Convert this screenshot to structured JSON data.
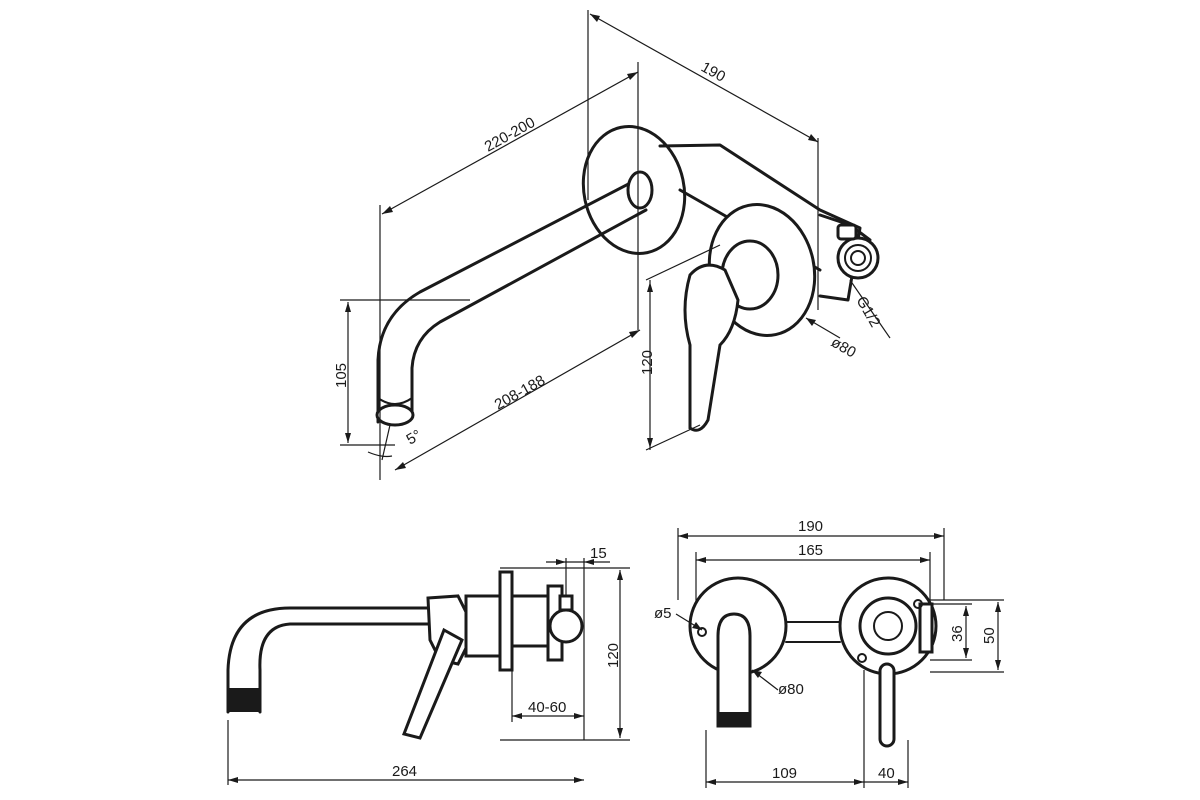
{
  "iso_view": {
    "dim_width_top": "190",
    "dim_spout_length": "220-200",
    "dim_spout_projection": "208-188",
    "dim_spout_height": "105",
    "dim_total_height": "120",
    "dim_angle": "5°",
    "dim_rosette": "ø80",
    "dim_thread": "G1/2"
  },
  "side_view": {
    "dim_plate": "15",
    "dim_height": "120",
    "dim_depth": "40-60",
    "dim_total_length": "264"
  },
  "front_view": {
    "dim_width_total": "190",
    "dim_width_centers": "165",
    "dim_hole": "ø5",
    "dim_rosette": "ø80",
    "dim_36": "36",
    "dim_50": "50",
    "dim_109": "109",
    "dim_40": "40"
  }
}
